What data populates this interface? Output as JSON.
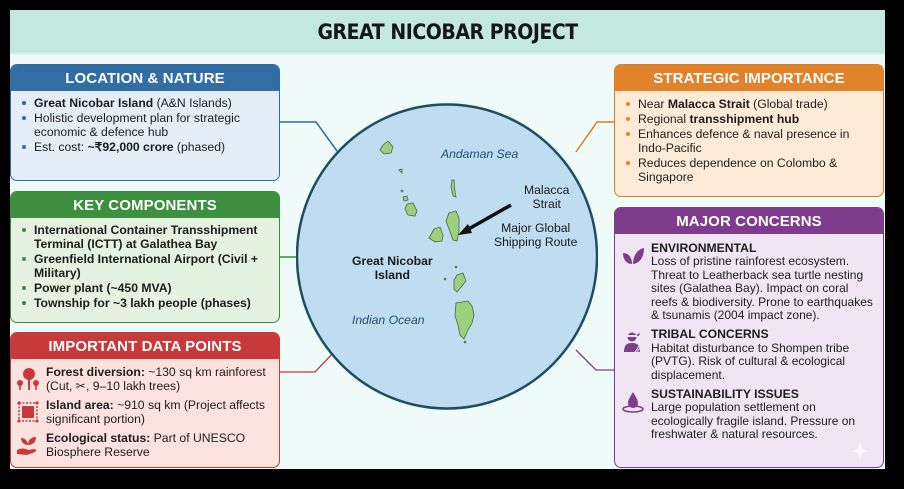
{
  "title": "GREAT NICOBAR PROJECT",
  "colors": {
    "location": "#326ea4",
    "components": "#3f8f41",
    "data_points": "#c7393a",
    "strategic": "#e2822a",
    "concerns": "#7f3b8c",
    "sea": "#bfdcf0",
    "land": "#9ccf7e"
  },
  "location": {
    "header": "LOCATION & NATURE",
    "items": [
      {
        "bold": "Great Nicobar Island",
        "text": " (A&N Islands)"
      },
      {
        "bold": "",
        "text": "Holistic development plan for strategic economic & defence hub"
      },
      {
        "pre": "Est. cost: ",
        "bold": "~₹92,000 crore",
        "text": " (phased)"
      }
    ]
  },
  "components": {
    "header": "KEY COMPONENTS",
    "items": [
      "International Container Transshipment Terminal (ICTT) at Galathea Bay",
      "Greenfield International Airport (Civil + Military)",
      "Power plant (~450 MVA)",
      "Township for ~3 lakh people (phases)"
    ]
  },
  "data_points": {
    "header": "IMPORTANT DATA POINTS",
    "items": [
      {
        "icon": "tree-icon",
        "bold": "Forest diversion:",
        "text": " ~130 sq km rainforest (Cut, ✂, 9–10 lakh trees)"
      },
      {
        "icon": "area-map-icon",
        "bold": "Island area:",
        "text": " ~910 sq km (Project affects significant portion)"
      },
      {
        "icon": "plant-in-hand-icon",
        "bold": "Ecological status:",
        "text": " Part of UNESCO Biosphere Reserve"
      }
    ]
  },
  "strategic": {
    "header": "STRATEGIC IMPORTANCE",
    "items": [
      {
        "pre": "Near ",
        "bold": "Malacca Strait",
        "text": " (Global trade)"
      },
      {
        "pre": "Regional ",
        "bold": "transshipment hub",
        "text": ""
      },
      {
        "pre": "",
        "bold": "",
        "text": "Enhances defence & naval presence in Indo-Pacific"
      },
      {
        "pre": "",
        "bold": "",
        "text": "Reduces dependence on Colombo & Singapore"
      }
    ]
  },
  "concerns": {
    "header": "MAJOR CONCERNS",
    "items": [
      {
        "icon": "leaf-icon",
        "title": "ENVIRONMENTAL",
        "text": "Loss of pristine rainforest ecosystem. Threat to Leatherback sea turtle nesting sites (Galathea Bay). Impact on coral reefs & biodiversity. Prone to earthquakes & tsunamis (2004 impact zone)."
      },
      {
        "icon": "tribal-person-icon",
        "title": "TRIBAL CONCERNS",
        "text": "Habitat disturbance to Shompen tribe (PVTG). Risk of cultural & ecological displacement."
      },
      {
        "icon": "water-drop-icon",
        "title": "SUSTAINABILITY ISSUES",
        "text": "Large population settlement on ecologically fragile island. Pressure on freshwater & natural resources."
      }
    ]
  },
  "map": {
    "andaman_sea": "Andaman Sea",
    "malacca_line1": "Malacca",
    "malacca_line2": "Strait",
    "route_line1": "Major Global",
    "route_line2": "Shipping Route",
    "island_line1": "Great Nicobar",
    "island_line2": "Island",
    "indian_ocean": "Indian Ocean"
  }
}
